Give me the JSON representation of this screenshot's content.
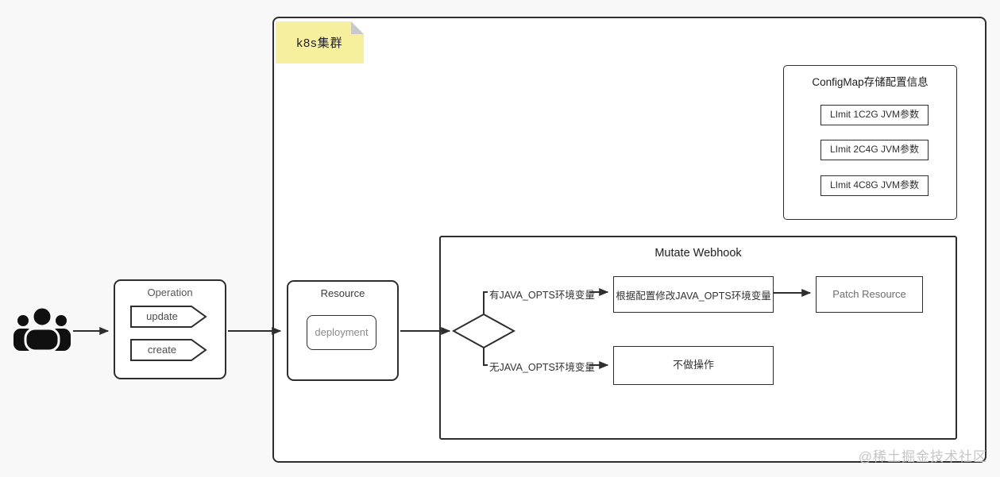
{
  "diagram": {
    "cluster_label": "k8s集群",
    "watermark": "@稀土掘金技术社区"
  },
  "operation": {
    "title": "Operation",
    "items": [
      "update",
      "create"
    ]
  },
  "resource": {
    "title": "Resource",
    "item": "deployment"
  },
  "configmap": {
    "title": "ConfigMap存储配置信息",
    "items": [
      "LImit 1C2G JVM参数",
      "LImit 2C4G JVM参数",
      "LImit 4C8G JVM参数"
    ]
  },
  "webhook": {
    "title": "Mutate Webhook",
    "branch_has": "有JAVA_OPTS环境变量",
    "branch_none": "无JAVA_OPTS环境变量",
    "modify_label": "根据配置修改JAVA_OPTS环境变量",
    "patch_label": "Patch Resource",
    "noop_label": "不做操作"
  },
  "icons": {
    "users": "users-group-icon"
  },
  "colors": {
    "background": "#f8f8f8",
    "box_fill": "#ffffff",
    "line": "#2e2e2e",
    "sticky_note": "#f6f09e",
    "sticky_fold": "#c9c9c9",
    "watermark": "#c6c6c6"
  }
}
